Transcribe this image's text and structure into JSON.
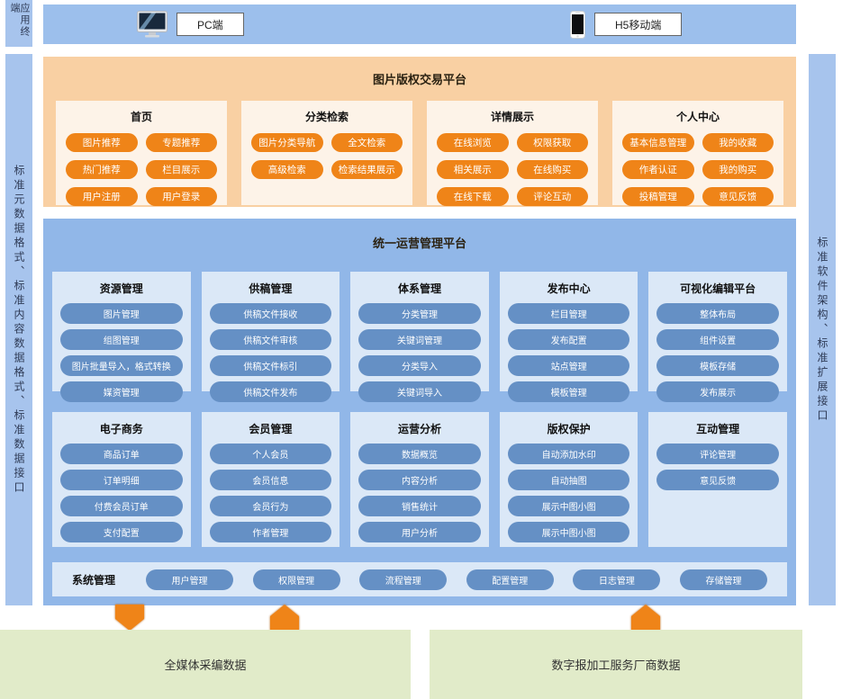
{
  "sidebars": {
    "left_top": "应用终端",
    "left_main": "标准元数据格式、标准内容数据格式、标准数据接口",
    "right": "标准软件架构、标准扩展接口"
  },
  "terminals": {
    "pc": {
      "label": "PC端",
      "icon": "monitor-icon"
    },
    "mobile": {
      "label": "H5移动端",
      "icon": "smartphone-icon"
    }
  },
  "trading_platform": {
    "title": "图片版权交易平台",
    "groups": [
      {
        "title": "首页",
        "items": [
          "图片推荐",
          "专题推荐",
          "热门推荐",
          "栏目展示",
          "用户注册",
          "用户登录"
        ]
      },
      {
        "title": "分类检索",
        "items": [
          "图片分类导航",
          "全文检索",
          "高级检索",
          "检索结果展示"
        ]
      },
      {
        "title": "详情展示",
        "items": [
          "在线浏览",
          "权限获取",
          "相关展示",
          "在线购买",
          "在线下载",
          "评论互动"
        ]
      },
      {
        "title": "个人中心",
        "items": [
          "基本信息管理",
          "我的收藏",
          "作者认证",
          "我的购买",
          "投稿管理",
          "意见反馈"
        ]
      }
    ]
  },
  "operation_platform": {
    "title": "统一运营管理平台",
    "rows": [
      [
        {
          "title": "资源管理",
          "items": [
            "图片管理",
            "组图管理",
            "图片批量导入，格式转换",
            "媒资管理"
          ]
        },
        {
          "title": "供稿管理",
          "items": [
            "供稿文件接收",
            "供稿文件审核",
            "供稿文件标引",
            "供稿文件发布"
          ]
        },
        {
          "title": "体系管理",
          "items": [
            "分类管理",
            "关键词管理",
            "分类导入",
            "关键词导入"
          ]
        },
        {
          "title": "发布中心",
          "items": [
            "栏目管理",
            "发布配置",
            "站点管理",
            "模板管理"
          ]
        },
        {
          "title": "可视化编辑平台",
          "items": [
            "整体布局",
            "组件设置",
            "模板存储",
            "发布展示"
          ]
        }
      ],
      [
        {
          "title": "电子商务",
          "items": [
            "商品订单",
            "订单明细",
            "付费会员订单",
            "支付配置"
          ]
        },
        {
          "title": "会员管理",
          "items": [
            "个人会员",
            "会员信息",
            "会员行为",
            "作者管理"
          ]
        },
        {
          "title": "运营分析",
          "items": [
            "数据概览",
            "内容分析",
            "销售统计",
            "用户分析"
          ]
        },
        {
          "title": "版权保护",
          "items": [
            "自动添加水印",
            "自动抽图",
            "展示中图小图",
            "展示中图小图"
          ]
        },
        {
          "title": "互动管理",
          "items": [
            "评论管理",
            "意见反馈"
          ]
        }
      ]
    ],
    "system_row": {
      "title": "系统管理",
      "items": [
        "用户管理",
        "权限管理",
        "流程管理",
        "配置管理",
        "日志管理",
        "存储管理"
      ]
    }
  },
  "data_sources": [
    {
      "label": "全媒体采编数据"
    },
    {
      "label": "数字报加工服务厂商数据"
    }
  ],
  "colors": {
    "accent_orange": "#ef8418",
    "pill_blue": "#6590c5",
    "band_blue": "#9cbfec",
    "section_blue": "#91b7e8",
    "card_blue": "#dbe8f7",
    "sidebar_blue": "#a7c4ed",
    "orange_bg": "#f9d0a3",
    "orange_card": "#fdf3e8",
    "green_bg": "#e1ebc9"
  }
}
